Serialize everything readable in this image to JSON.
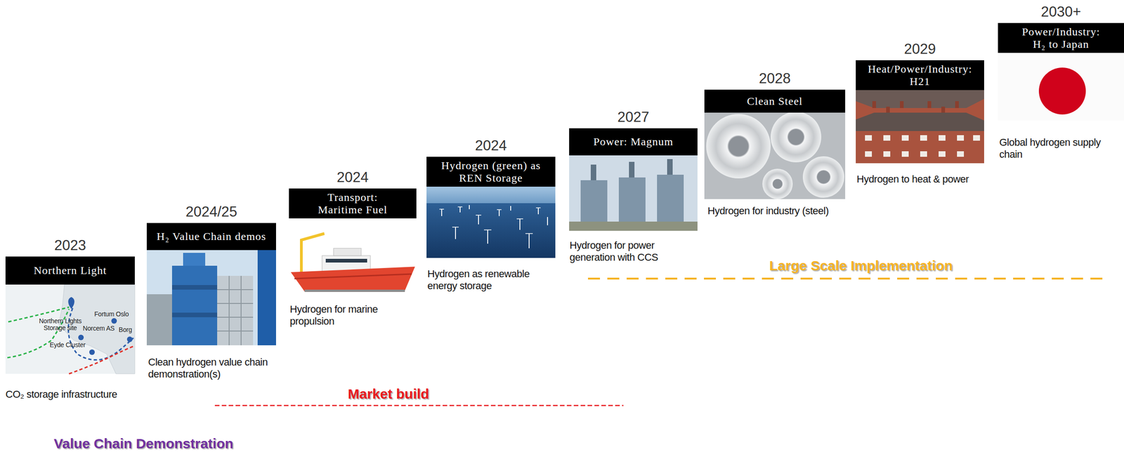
{
  "diagram": {
    "nodes": [
      {
        "text": [
          "2023",
          "Northern Light"
        ]
      },
      {
        "text": [
          "2024/25",
          "H₂ Value Chain demos"
        ]
      },
      {
        "text": [
          "2024",
          "Transport: Maritime Fuel"
        ]
      },
      {
        "text": [
          "2024",
          "Hydrogen (green) as REN Storage"
        ]
      },
      {
        "text": [
          "2027",
          "Power: Magnum"
        ]
      },
      {
        "text": [
          "2028",
          "Clean Steel"
        ]
      },
      {
        "text": [
          "2029",
          "Heat/Power/Industry: H21"
        ]
      },
      {
        "text": [
          "2030+",
          "Power/Industry: H₂ to Japan"
        ]
      }
    ],
    "labels": [
      "Northern Lights Storage site",
      "Fortum Oslo",
      "Norcem AS",
      "Eyde Cluster",
      "Borg",
      "CO₂ storage infrastructure",
      "Clean hydrogen value chain demonstration(s)",
      "Hydrogen for marine propulsion",
      "Hydrogen as renewable energy storage",
      "Hydrogen for power generation with CCS",
      "Hydrogen for industry (steel)",
      "Hydrogen to heat & power",
      "Global hydrogen supply chain",
      "Market build",
      "Value Chain Demonstration",
      "Large Scale Implementation"
    ]
  }
}
